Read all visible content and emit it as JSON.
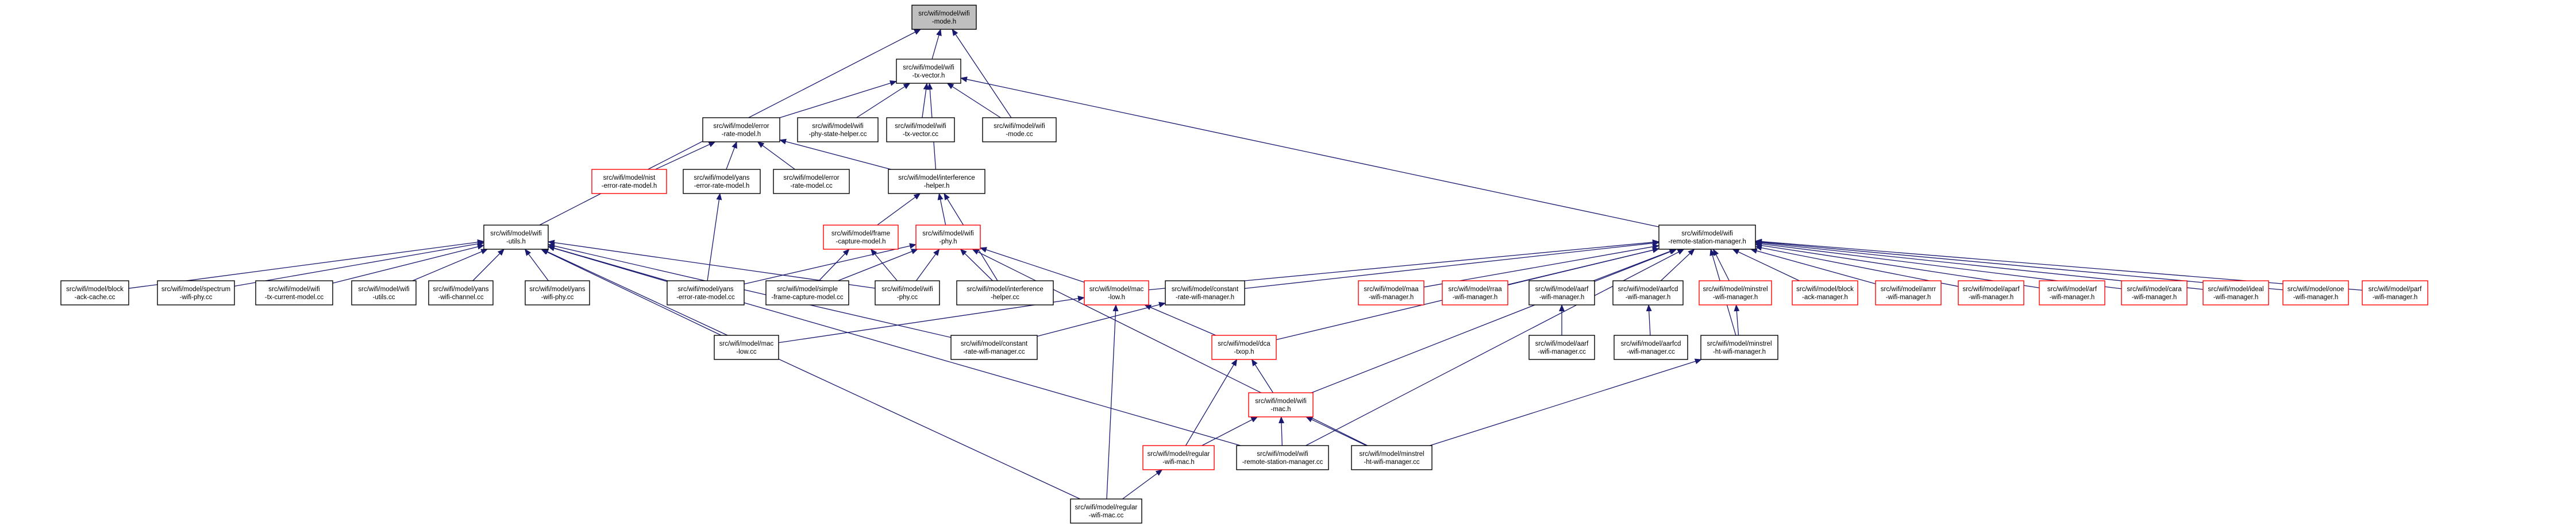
{
  "diagram": {
    "type": "include-dependency-graph",
    "edge_color": "#191970",
    "node_border_default": "#000000",
    "node_border_missing": "#ff0000",
    "root_fill": "#bfbfbf",
    "nodes": [
      {
        "id": "wifi_mode_h",
        "lines": [
          "src/wifi/model/wifi",
          "-mode.h"
        ],
        "style": "root"
      },
      {
        "id": "wifi_tx_vector_h",
        "lines": [
          "src/wifi/model/wifi",
          "-tx-vector.h"
        ],
        "style": "normal"
      },
      {
        "id": "error_rate_model_h",
        "lines": [
          "src/wifi/model/error",
          "-rate-model.h"
        ],
        "style": "normal"
      },
      {
        "id": "wifi_phy_state_helper_cc",
        "lines": [
          "src/wifi/model/wifi",
          "-phy-state-helper.cc"
        ],
        "style": "normal"
      },
      {
        "id": "wifi_tx_vector_cc",
        "lines": [
          "src/wifi/model/wifi",
          "-tx-vector.cc"
        ],
        "style": "normal"
      },
      {
        "id": "wifi_mode_cc",
        "lines": [
          "src/wifi/model/wifi",
          "-mode.cc"
        ],
        "style": "normal"
      },
      {
        "id": "nist_error_rate_model_h",
        "lines": [
          "src/wifi/model/nist",
          "-error-rate-model.h"
        ],
        "style": "missing"
      },
      {
        "id": "yans_error_rate_model_h",
        "lines": [
          "src/wifi/model/yans",
          "-error-rate-model.h"
        ],
        "style": "normal"
      },
      {
        "id": "error_rate_model_cc",
        "lines": [
          "src/wifi/model/error",
          "-rate-model.cc"
        ],
        "style": "normal"
      },
      {
        "id": "interference_helper_h",
        "lines": [
          "src/wifi/model/interference",
          "-helper.h"
        ],
        "style": "normal"
      },
      {
        "id": "frame_capture_model_h",
        "lines": [
          "src/wifi/model/frame",
          "-capture-model.h"
        ],
        "style": "missing"
      },
      {
        "id": "wifi_phy_h",
        "lines": [
          "src/wifi/model/wifi",
          "-phy.h"
        ],
        "style": "missing"
      },
      {
        "id": "wifi_utils_h",
        "lines": [
          "src/wifi/model/wifi",
          "-utils.h"
        ],
        "style": "normal"
      },
      {
        "id": "wifi_remote_station_manager_h",
        "lines": [
          "src/wifi/model/wifi",
          "-remote-station-manager.h"
        ],
        "style": "normal"
      },
      {
        "id": "block_ack_cache_cc",
        "lines": [
          "src/wifi/model/block",
          "-ack-cache.cc"
        ],
        "style": "normal"
      },
      {
        "id": "spectrum_wifi_phy_cc",
        "lines": [
          "src/wifi/model/spectrum",
          "-wifi-phy.cc"
        ],
        "style": "normal"
      },
      {
        "id": "wifi_tx_current_model_cc",
        "lines": [
          "src/wifi/model/wifi",
          "-tx-current-model.cc"
        ],
        "style": "normal"
      },
      {
        "id": "wifi_utils_cc",
        "lines": [
          "src/wifi/model/wifi",
          "-utils.cc"
        ],
        "style": "normal"
      },
      {
        "id": "yans_wifi_channel_cc",
        "lines": [
          "src/wifi/model/yans",
          "-wifi-channel.cc"
        ],
        "style": "normal"
      },
      {
        "id": "yans_wifi_phy_cc",
        "lines": [
          "src/wifi/model/yans",
          "-wifi-phy.cc"
        ],
        "style": "normal"
      },
      {
        "id": "yans_error_rate_model_cc",
        "lines": [
          "src/wifi/model/yans",
          "-error-rate-model.cc"
        ],
        "style": "normal"
      },
      {
        "id": "simple_frame_capture_model_cc",
        "lines": [
          "src/wifi/model/simple",
          "-frame-capture-model.cc"
        ],
        "style": "normal"
      },
      {
        "id": "wifi_phy_cc",
        "lines": [
          "src/wifi/model/wifi",
          "-phy.cc"
        ],
        "style": "normal"
      },
      {
        "id": "interference_helper_cc",
        "lines": [
          "src/wifi/model/interference",
          "-helper.cc"
        ],
        "style": "normal"
      },
      {
        "id": "mac_low_h",
        "lines": [
          "src/wifi/model/mac",
          "-low.h"
        ],
        "style": "missing"
      },
      {
        "id": "constant_rate_wifi_manager_h",
        "lines": [
          "src/wifi/model/constant",
          "-rate-wifi-manager.h"
        ],
        "style": "normal"
      },
      {
        "id": "maa_wifi_manager_h",
        "lines": [
          "src/wifi/model/maa",
          "-wifi-manager.h"
        ],
        "style": "missing"
      },
      {
        "id": "rraa_wifi_manager_h",
        "lines": [
          "src/wifi/model/rraa",
          "-wifi-manager.h"
        ],
        "style": "missing"
      },
      {
        "id": "aarf_wifi_manager_h",
        "lines": [
          "src/wifi/model/aarf",
          "-wifi-manager.h"
        ],
        "style": "normal"
      },
      {
        "id": "aarfcd_wifi_manager_h",
        "lines": [
          "src/wifi/model/aarfcd",
          "-wifi-manager.h"
        ],
        "style": "normal"
      },
      {
        "id": "minstrel_wifi_manager_h",
        "lines": [
          "src/wifi/model/minstrel",
          "-wifi-manager.h"
        ],
        "style": "missing"
      },
      {
        "id": "block_ack_manager_h",
        "lines": [
          "src/wifi/model/block",
          "-ack-manager.h"
        ],
        "style": "missing"
      },
      {
        "id": "amrr_wifi_manager_h",
        "lines": [
          "src/wifi/model/amrr",
          "-wifi-manager.h"
        ],
        "style": "missing"
      },
      {
        "id": "aparf_wifi_manager_h",
        "lines": [
          "src/wifi/model/aparf",
          "-wifi-manager.h"
        ],
        "style": "missing"
      },
      {
        "id": "arf_wifi_manager_h",
        "lines": [
          "src/wifi/model/arf",
          "-wifi-manager.h"
        ],
        "style": "missing"
      },
      {
        "id": "cara_wifi_manager_h",
        "lines": [
          "src/wifi/model/cara",
          "-wifi-manager.h"
        ],
        "style": "missing"
      },
      {
        "id": "ideal_wifi_manager_h",
        "lines": [
          "src/wifi/model/ideal",
          "-wifi-manager.h"
        ],
        "style": "missing"
      },
      {
        "id": "onoe_wifi_manager_h",
        "lines": [
          "src/wifi/model/onoe",
          "-wifi-manager.h"
        ],
        "style": "missing"
      },
      {
        "id": "parf_wifi_manager_h",
        "lines": [
          "src/wifi/model/parf",
          "-wifi-manager.h"
        ],
        "style": "missing"
      },
      {
        "id": "mac_low_cc",
        "lines": [
          "src/wifi/model/mac",
          "-low.cc"
        ],
        "style": "normal"
      },
      {
        "id": "constant_rate_wifi_manager_cc",
        "lines": [
          "src/wifi/model/constant",
          "-rate-wifi-manager.cc"
        ],
        "style": "normal"
      },
      {
        "id": "dca_txop_h",
        "lines": [
          "src/wifi/model/dca",
          "-txop.h"
        ],
        "style": "missing"
      },
      {
        "id": "aarf_wifi_manager_cc",
        "lines": [
          "src/wifi/model/aarf",
          "-wifi-manager.cc"
        ],
        "style": "normal"
      },
      {
        "id": "aarfcd_wifi_manager_cc",
        "lines": [
          "src/wifi/model/aarfcd",
          "-wifi-manager.cc"
        ],
        "style": "normal"
      },
      {
        "id": "minstrel_ht_wifi_manager_h",
        "lines": [
          "src/wifi/model/minstrel",
          "-ht-wifi-manager.h"
        ],
        "style": "normal"
      },
      {
        "id": "wifi_mac_h",
        "lines": [
          "src/wifi/model/wifi",
          "-mac.h"
        ],
        "style": "missing"
      },
      {
        "id": "regular_wifi_mac_h",
        "lines": [
          "src/wifi/model/regular",
          "-wifi-mac.h"
        ],
        "style": "missing"
      },
      {
        "id": "wifi_remote_station_manager_cc",
        "lines": [
          "src/wifi/model/wifi",
          "-remote-station-manager.cc"
        ],
        "style": "normal"
      },
      {
        "id": "minstrel_ht_wifi_manager_cc",
        "lines": [
          "src/wifi/model/minstrel",
          "-ht-wifi-manager.cc"
        ],
        "style": "normal"
      },
      {
        "id": "regular_wifi_mac_cc",
        "lines": [
          "src/wifi/model/regular",
          "-wifi-mac.cc"
        ],
        "style": "normal"
      }
    ],
    "edges": [
      [
        "wifi_tx_vector_h",
        "wifi_mode_h"
      ],
      [
        "wifi_utils_h",
        "wifi_mode_h"
      ],
      [
        "wifi_mode_cc",
        "wifi_mode_h"
      ],
      [
        "error_rate_model_h",
        "wifi_tx_vector_h"
      ],
      [
        "wifi_phy_state_helper_cc",
        "wifi_tx_vector_h"
      ],
      [
        "wifi_tx_vector_cc",
        "wifi_tx_vector_h"
      ],
      [
        "wifi_mode_cc",
        "wifi_tx_vector_h"
      ],
      [
        "interference_helper_h",
        "wifi_tx_vector_h"
      ],
      [
        "wifi_remote_station_manager_h",
        "wifi_tx_vector_h"
      ],
      [
        "nist_error_rate_model_h",
        "error_rate_model_h"
      ],
      [
        "yans_error_rate_model_h",
        "error_rate_model_h"
      ],
      [
        "error_rate_model_cc",
        "error_rate_model_h"
      ],
      [
        "interference_helper_h",
        "error_rate_model_h"
      ],
      [
        "yans_error_rate_model_cc",
        "yans_error_rate_model_h"
      ],
      [
        "frame_capture_model_h",
        "interference_helper_h"
      ],
      [
        "wifi_phy_h",
        "interference_helper_h"
      ],
      [
        "interference_helper_cc",
        "interference_helper_h"
      ],
      [
        "simple_frame_capture_model_cc",
        "frame_capture_model_h"
      ],
      [
        "wifi_phy_cc",
        "frame_capture_model_h"
      ],
      [
        "yans_error_rate_model_cc",
        "wifi_phy_h"
      ],
      [
        "simple_frame_capture_model_cc",
        "wifi_phy_h"
      ],
      [
        "wifi_phy_cc",
        "wifi_phy_h"
      ],
      [
        "interference_helper_cc",
        "wifi_phy_h"
      ],
      [
        "mac_low_h",
        "wifi_phy_h"
      ],
      [
        "minstrel_ht_wifi_manager_cc",
        "wifi_phy_h"
      ],
      [
        "block_ack_cache_cc",
        "wifi_utils_h"
      ],
      [
        "spectrum_wifi_phy_cc",
        "wifi_utils_h"
      ],
      [
        "wifi_tx_current_model_cc",
        "wifi_utils_h"
      ],
      [
        "wifi_utils_cc",
        "wifi_utils_h"
      ],
      [
        "yans_wifi_channel_cc",
        "wifi_utils_h"
      ],
      [
        "yans_wifi_phy_cc",
        "wifi_utils_h"
      ],
      [
        "yans_error_rate_model_cc",
        "wifi_utils_h"
      ],
      [
        "wifi_phy_cc",
        "wifi_utils_h"
      ],
      [
        "mac_low_cc",
        "wifi_utils_h"
      ],
      [
        "constant_rate_wifi_manager_cc",
        "wifi_utils_h"
      ],
      [
        "wifi_remote_station_manager_cc",
        "wifi_utils_h"
      ],
      [
        "regular_wifi_mac_cc",
        "wifi_utils_h"
      ],
      [
        "mac_low_h",
        "wifi_remote_station_manager_h"
      ],
      [
        "constant_rate_wifi_manager_h",
        "wifi_remote_station_manager_h"
      ],
      [
        "maa_wifi_manager_h",
        "wifi_remote_station_manager_h"
      ],
      [
        "rraa_wifi_manager_h",
        "wifi_remote_station_manager_h"
      ],
      [
        "aarf_wifi_manager_h",
        "wifi_remote_station_manager_h"
      ],
      [
        "aarfcd_wifi_manager_h",
        "wifi_remote_station_manager_h"
      ],
      [
        "minstrel_wifi_manager_h",
        "wifi_remote_station_manager_h"
      ],
      [
        "block_ack_manager_h",
        "wifi_remote_station_manager_h"
      ],
      [
        "amrr_wifi_manager_h",
        "wifi_remote_station_manager_h"
      ],
      [
        "aparf_wifi_manager_h",
        "wifi_remote_station_manager_h"
      ],
      [
        "arf_wifi_manager_h",
        "wifi_remote_station_manager_h"
      ],
      [
        "cara_wifi_manager_h",
        "wifi_remote_station_manager_h"
      ],
      [
        "ideal_wifi_manager_h",
        "wifi_remote_station_manager_h"
      ],
      [
        "onoe_wifi_manager_h",
        "wifi_remote_station_manager_h"
      ],
      [
        "parf_wifi_manager_h",
        "wifi_remote_station_manager_h"
      ],
      [
        "dca_txop_h",
        "wifi_remote_station_manager_h"
      ],
      [
        "wifi_mac_h",
        "wifi_remote_station_manager_h"
      ],
      [
        "minstrel_ht_wifi_manager_h",
        "wifi_remote_station_manager_h"
      ],
      [
        "wifi_remote_station_manager_cc",
        "wifi_remote_station_manager_h"
      ],
      [
        "mac_low_cc",
        "mac_low_h"
      ],
      [
        "dca_txop_h",
        "mac_low_h"
      ],
      [
        "regular_wifi_mac_cc",
        "mac_low_h"
      ],
      [
        "constant_rate_wifi_manager_cc",
        "constant_rate_wifi_manager_h"
      ],
      [
        "aarf_wifi_manager_cc",
        "aarf_wifi_manager_h"
      ],
      [
        "aarfcd_wifi_manager_cc",
        "aarfcd_wifi_manager_h"
      ],
      [
        "minstrel_ht_wifi_manager_h",
        "minstrel_wifi_manager_h"
      ],
      [
        "wifi_mac_h",
        "dca_txop_h"
      ],
      [
        "regular_wifi_mac_h",
        "dca_txop_h"
      ],
      [
        "minstrel_ht_wifi_manager_cc",
        "minstrel_ht_wifi_manager_h"
      ],
      [
        "regular_wifi_mac_h",
        "wifi_mac_h"
      ],
      [
        "wifi_remote_station_manager_cc",
        "wifi_mac_h"
      ],
      [
        "minstrel_ht_wifi_manager_cc",
        "wifi_mac_h"
      ],
      [
        "regular_wifi_mac_cc",
        "regular_wifi_mac_h"
      ]
    ]
  }
}
